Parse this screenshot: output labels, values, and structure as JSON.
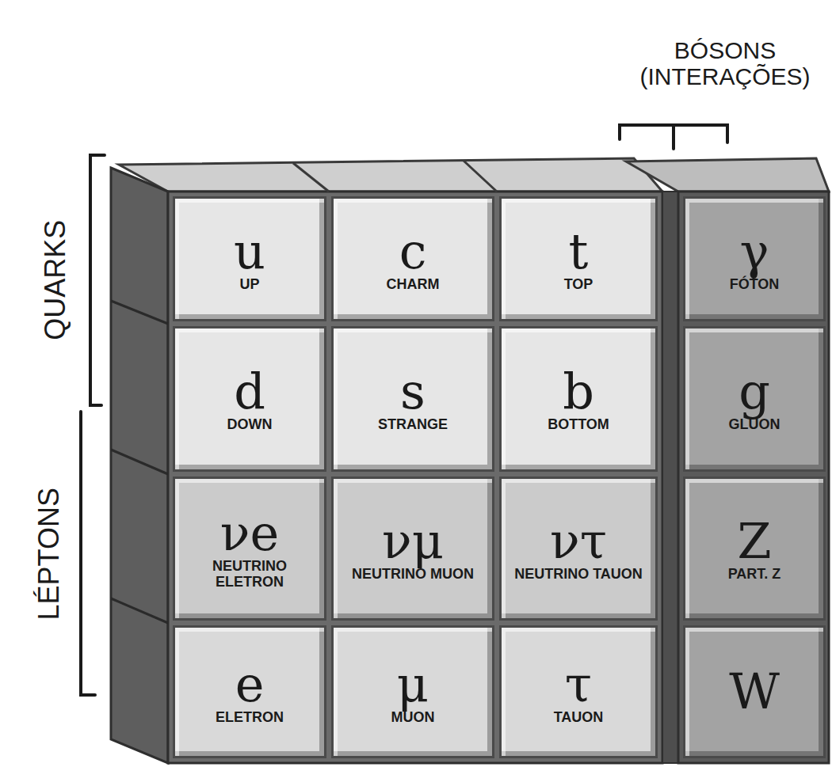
{
  "diagram": {
    "nodes": [
      {
        "text": [
          "u",
          "UP"
        ]
      },
      {
        "text": [
          "c",
          "CHARM"
        ]
      },
      {
        "text": [
          "t",
          "TOP"
        ]
      },
      {
        "text": [
          "γ",
          "FÓTON"
        ]
      },
      {
        "text": [
          "d",
          "DOWN"
        ]
      },
      {
        "text": [
          "s",
          "STRANGE"
        ]
      },
      {
        "text": [
          "b",
          "BOTTOM"
        ]
      },
      {
        "text": [
          "g",
          "GLUON"
        ]
      },
      {
        "text": [
          "νe",
          "NEUTRINO ELETRON"
        ]
      },
      {
        "text": [
          "νμ",
          "NEUTRINO MUON"
        ]
      },
      {
        "text": [
          "ντ",
          "NEUTRINO TAUON"
        ]
      },
      {
        "text": [
          "Z",
          "PART. Z"
        ]
      },
      {
        "text": [
          "e",
          "ELETRON"
        ]
      },
      {
        "text": [
          "μ",
          "MUON"
        ]
      },
      {
        "text": [
          "τ",
          "TAUON"
        ]
      },
      {
        "text": [
          "W"
        ]
      }
    ],
    "labels": [
      "QUARKS",
      "LÉPTONS",
      "BÓSONS (INTERAÇÕES)"
    ]
  }
}
